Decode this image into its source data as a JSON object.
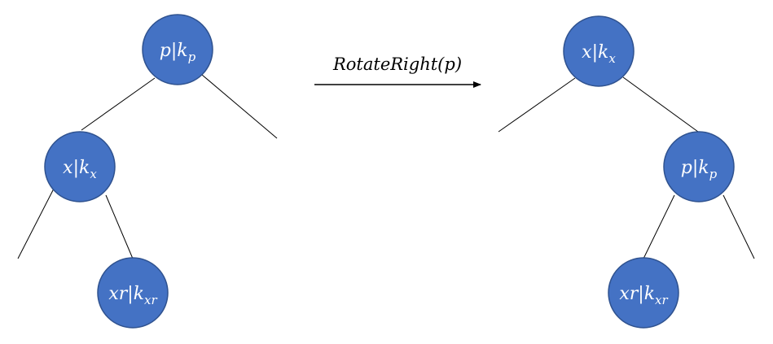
{
  "colors": {
    "node_fill": "#4472c4",
    "node_stroke": "#2f528f",
    "edge": "#000000",
    "label_text": "#ffffff"
  },
  "operation": {
    "label": "RotateRight(p)"
  },
  "before_tree": {
    "nodes": {
      "root": {
        "name": "p",
        "key": "k",
        "key_subscript": "p"
      },
      "left": {
        "name": "x",
        "key": "k",
        "key_subscript": "x"
      },
      "left_right": {
        "name": "xr",
        "key": "k",
        "key_subscript": "xr"
      }
    }
  },
  "after_tree": {
    "nodes": {
      "root": {
        "name": "x",
        "key": "k",
        "key_subscript": "x"
      },
      "right": {
        "name": "p",
        "key": "k",
        "key_subscript": "p"
      },
      "right_left": {
        "name": "xr",
        "key": "k",
        "key_subscript": "xr"
      }
    }
  }
}
